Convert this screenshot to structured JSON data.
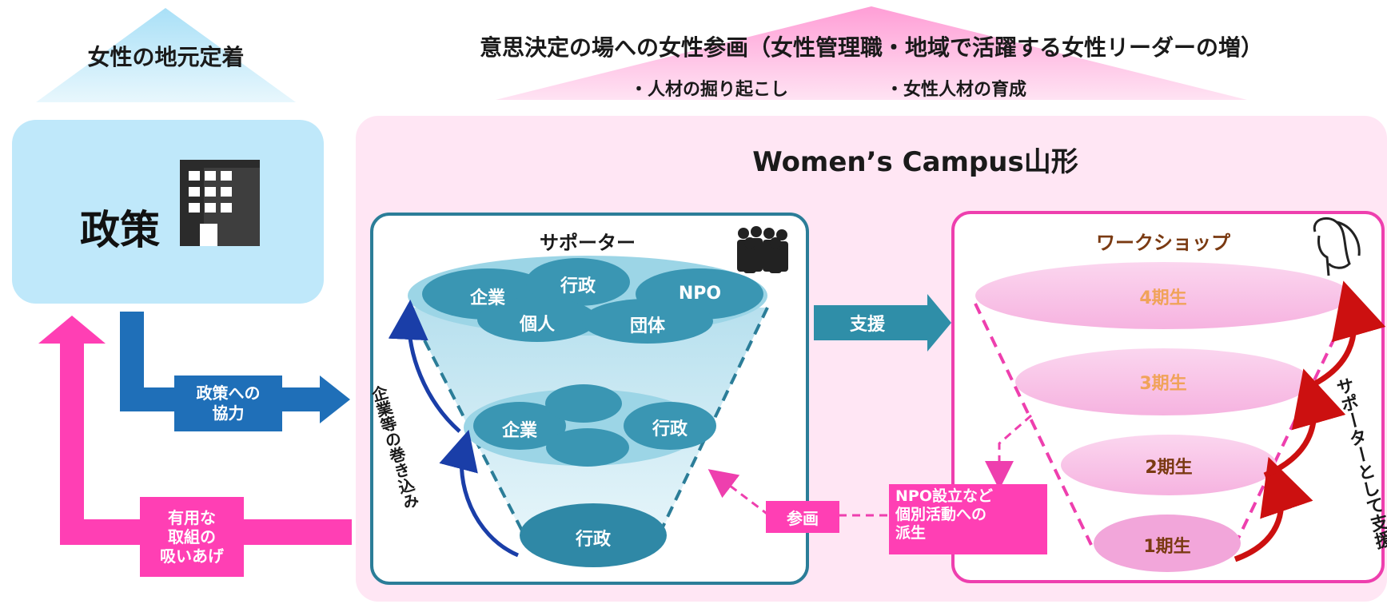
{
  "top": {
    "left_title": "女性の地元定着",
    "right_title": "意思決定の場への女性参画（女性管理職・地域で活躍する女性リーダーの増）",
    "bullet1": "・人材の掘り起こし",
    "bullet2": "・女性人材の育成"
  },
  "policy": {
    "label": "政策",
    "icon": "office-building-icon"
  },
  "arrows": {
    "cooperate": "政策への\n協力",
    "absorb": "有用な\n取組の\n吸いあげ",
    "support": "支援",
    "involve": "企業等の巻き込み",
    "participate": "参画",
    "support_as": "サポーターとして支援"
  },
  "campus": {
    "title": "Women’s Campus山形"
  },
  "supporters": {
    "title": "サポーター",
    "icon": "people-group-icon",
    "level1": [
      "企業",
      "行政",
      "NPO",
      "個人",
      "団体"
    ],
    "level2": [
      "企業",
      "行政"
    ],
    "level3": [
      "行政"
    ]
  },
  "workshop": {
    "title": "ワークショップ",
    "icon": "woman-profile-icon",
    "cohorts": [
      "4期生",
      "3期生",
      "2期生",
      "1期生"
    ]
  },
  "derive": {
    "label": "NPO設立など\n個別活動への\n派生"
  },
  "colors": {
    "light_blue": "#c8ecfb",
    "teal": "#2f8ea8",
    "blue_arrow": "#1f6fb8",
    "pink": "#ff3fb4",
    "magenta_border": "#ee3fae",
    "brown": "#7a3a12",
    "orange": "#f0a35a"
  }
}
